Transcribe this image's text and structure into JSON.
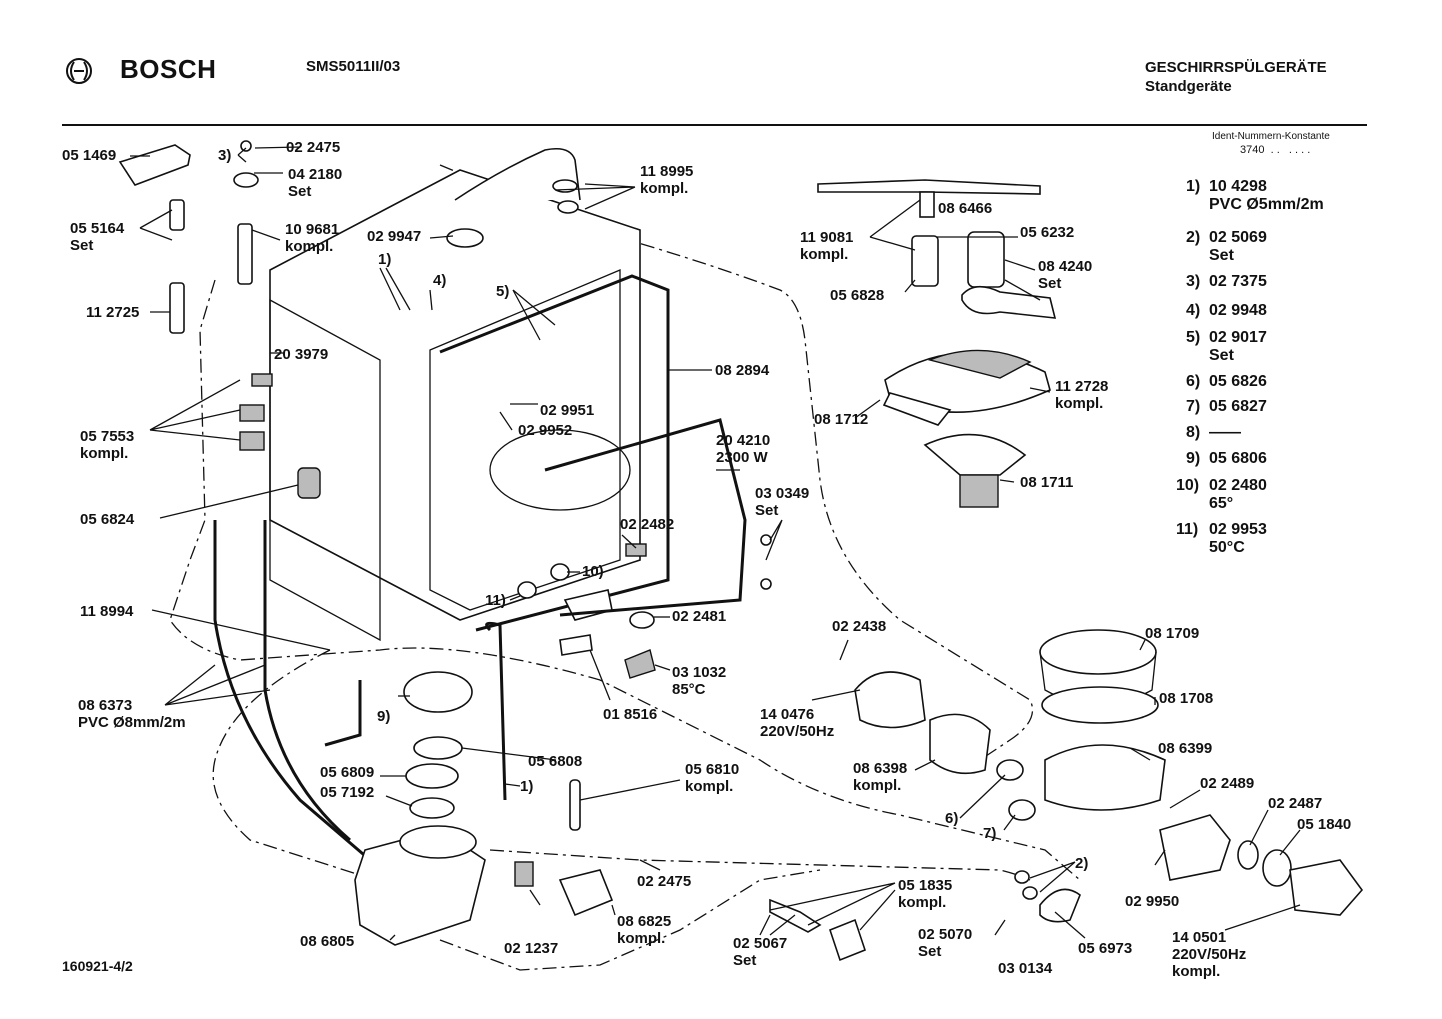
{
  "header": {
    "brand": "BOSCH",
    "model": "SMS5011II/03",
    "category_line1": "GESCHIRRSPÜLGERÄTE",
    "category_line2": "Standgeräte",
    "ident_heading": "Ident-Nummern-Konstante",
    "ident_value": "3740  . .   . . . ."
  },
  "document_number": "160921-4/2",
  "callouts": [
    {
      "id": "c1",
      "text": "05 1469"
    },
    {
      "id": "c2",
      "text": "3)"
    },
    {
      "id": "c3",
      "text": "02 2475"
    },
    {
      "id": "c4",
      "text": "04 2180\nSet"
    },
    {
      "id": "c5",
      "text": "05 5164\nSet"
    },
    {
      "id": "c6",
      "text": "10 9681\nkompl."
    },
    {
      "id": "c7",
      "text": "11 2725"
    },
    {
      "id": "c8",
      "text": "02 9947"
    },
    {
      "id": "c9",
      "text": "11 8995\nkompl."
    },
    {
      "id": "c10",
      "text": "1)"
    },
    {
      "id": "c11",
      "text": "4)"
    },
    {
      "id": "c12",
      "text": "5)"
    },
    {
      "id": "c13",
      "text": "20 3979"
    },
    {
      "id": "c14",
      "text": "08 2894"
    },
    {
      "id": "c15",
      "text": "02 9951"
    },
    {
      "id": "c16",
      "text": "02 9952"
    },
    {
      "id": "c17",
      "text": "05 7553\nkompl."
    },
    {
      "id": "c18",
      "text": "20 4210\n2300 W"
    },
    {
      "id": "c19",
      "text": "05 6824"
    },
    {
      "id": "c20",
      "text": "03 0349\nSet"
    },
    {
      "id": "c21",
      "text": "02 2482"
    },
    {
      "id": "c22",
      "text": "10)"
    },
    {
      "id": "c23",
      "text": "11)"
    },
    {
      "id": "c24",
      "text": "11 8994"
    },
    {
      "id": "c25",
      "text": "02 2481"
    },
    {
      "id": "c26",
      "text": "03 1032\n85°C"
    },
    {
      "id": "c27",
      "text": "01 8516"
    },
    {
      "id": "c28",
      "text": "08 6373\nPVC Ø8mm/2m"
    },
    {
      "id": "c29",
      "text": "9)"
    },
    {
      "id": "c30",
      "text": "05 6808"
    },
    {
      "id": "c31",
      "text": "05 6809"
    },
    {
      "id": "c32",
      "text": "05 7192"
    },
    {
      "id": "c33",
      "text": "1)"
    },
    {
      "id": "c34",
      "text": "05 6810\nkompl."
    },
    {
      "id": "c35",
      "text": "02 2475"
    },
    {
      "id": "c36",
      "text": "08 6825\nkompl."
    },
    {
      "id": "c37",
      "text": "02 1237"
    },
    {
      "id": "c38",
      "text": "08 6805"
    },
    {
      "id": "c39",
      "text": "05 1835\nkompl."
    },
    {
      "id": "c40",
      "text": "02 5067\nSet"
    },
    {
      "id": "c41",
      "text": "02 5070\nSet"
    },
    {
      "id": "c42",
      "text": "03 0134"
    },
    {
      "id": "c43",
      "text": "05 6973"
    },
    {
      "id": "c44",
      "text": "02 9950"
    },
    {
      "id": "c45",
      "text": "14 0501\n220V/50Hz\nkompl."
    },
    {
      "id": "c46",
      "text": "05 1840"
    },
    {
      "id": "c47",
      "text": "02 2487"
    },
    {
      "id": "c48",
      "text": "02 2489"
    },
    {
      "id": "c49",
      "text": "2)"
    },
    {
      "id": "c50",
      "text": "7)"
    },
    {
      "id": "c51",
      "text": "6)"
    },
    {
      "id": "c52",
      "text": "08 6399"
    },
    {
      "id": "c53",
      "text": "08 6398\nkompl."
    },
    {
      "id": "c54",
      "text": "14 0476\n220V/50Hz"
    },
    {
      "id": "c55",
      "text": "02 2438"
    },
    {
      "id": "c56",
      "text": "08 1709"
    },
    {
      "id": "c57",
      "text": "08 1708"
    },
    {
      "id": "c58",
      "text": "11 9081\nkompl."
    },
    {
      "id": "c59",
      "text": "08 6466"
    },
    {
      "id": "c60",
      "text": "05 6232"
    },
    {
      "id": "c61",
      "text": "08 4240\nSet"
    },
    {
      "id": "c62",
      "text": "05 6828"
    },
    {
      "id": "c63",
      "text": "11 2728\nkompl."
    },
    {
      "id": "c64",
      "text": "08 1712"
    },
    {
      "id": "c65",
      "text": "08 1711"
    }
  ],
  "footnotes": [
    {
      "key": "1)",
      "text": "10 4298\nPVC Ø5mm/2m"
    },
    {
      "key": "2)",
      "text": "02 5069\nSet"
    },
    {
      "key": "3)",
      "text": "02 7375"
    },
    {
      "key": "4)",
      "text": "02 9948"
    },
    {
      "key": "5)",
      "text": "02 9017\nSet"
    },
    {
      "key": "6)",
      "text": "05 6826"
    },
    {
      "key": "7)",
      "text": "05 6827"
    },
    {
      "key": "8)",
      "text": "——"
    },
    {
      "key": "9)",
      "text": "05 6806"
    },
    {
      "key": "10)",
      "text": "02 2480\n65°"
    },
    {
      "key": "11)",
      "text": "02 9953\n50°C"
    }
  ]
}
